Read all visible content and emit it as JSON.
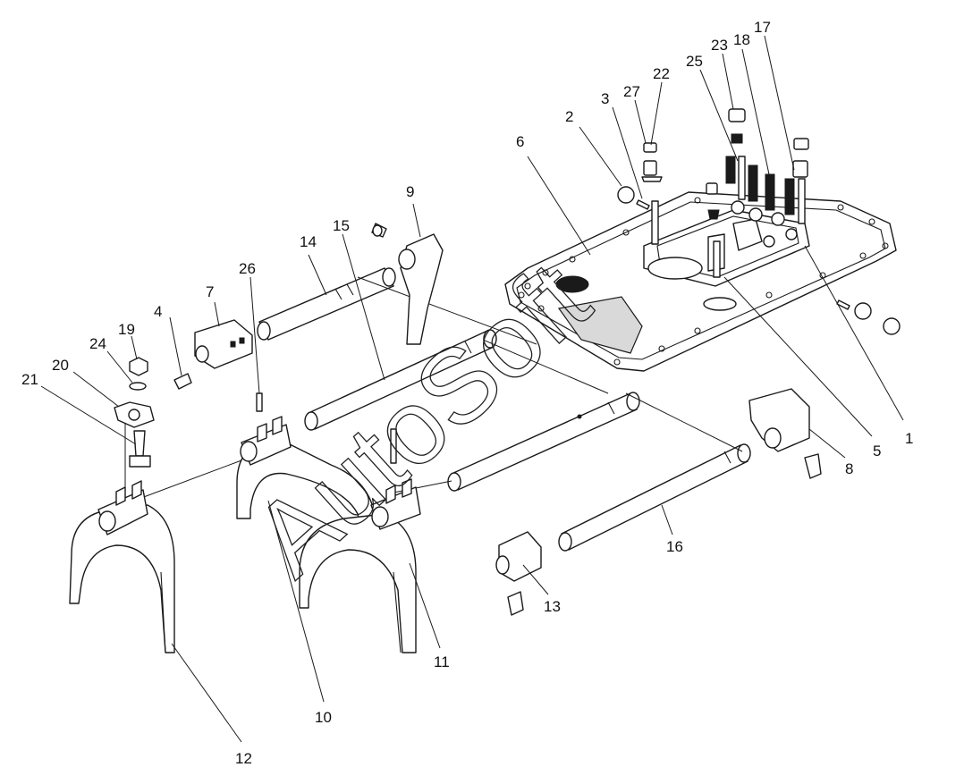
{
  "watermark": "AutoSoft",
  "callouts": [
    {
      "label": "1"
    },
    {
      "label": "2"
    },
    {
      "label": "3"
    },
    {
      "label": "4"
    },
    {
      "label": "5"
    },
    {
      "label": "6"
    },
    {
      "label": "7"
    },
    {
      "label": "8"
    },
    {
      "label": "9"
    },
    {
      "label": "10"
    },
    {
      "label": "11"
    },
    {
      "label": "12"
    },
    {
      "label": "13"
    },
    {
      "label": "14"
    },
    {
      "label": "15"
    },
    {
      "label": "16"
    },
    {
      "label": "17"
    },
    {
      "label": "18"
    },
    {
      "label": "19"
    },
    {
      "label": "20"
    },
    {
      "label": "21"
    },
    {
      "label": "22"
    },
    {
      "label": "23"
    },
    {
      "label": "24"
    },
    {
      "label": "25"
    },
    {
      "label": "26"
    },
    {
      "label": "27"
    }
  ]
}
